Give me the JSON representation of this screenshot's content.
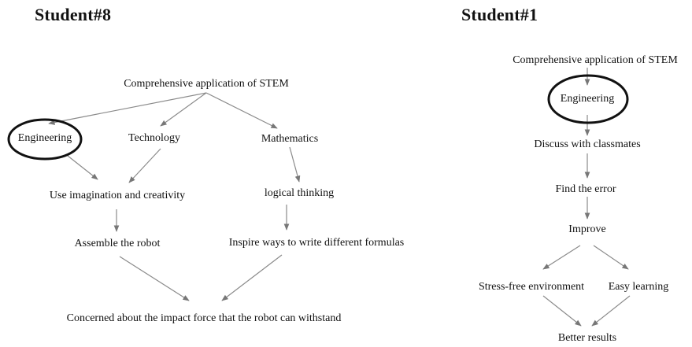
{
  "left": {
    "title": "Student#8",
    "nodes": {
      "stem": "Comprehensive application of STEM",
      "engineering": "Engineering",
      "technology": "Technology",
      "mathematics": "Mathematics",
      "imagination": "Use imagination and creativity",
      "logical": "logical thinking",
      "assemble": "Assemble the robot",
      "inspire": "Inspire ways to write different formulas",
      "concerned": "Concerned about the impact force that the robot can withstand"
    }
  },
  "right": {
    "title": "Student#1",
    "nodes": {
      "stem": "Comprehensive application of STEM",
      "engineering": "Engineering",
      "discuss": "Discuss with classmates",
      "find": "Find the error",
      "improve": "Improve",
      "stress": "Stress-free environment",
      "easy": "Easy learning",
      "better": "Better results"
    }
  }
}
